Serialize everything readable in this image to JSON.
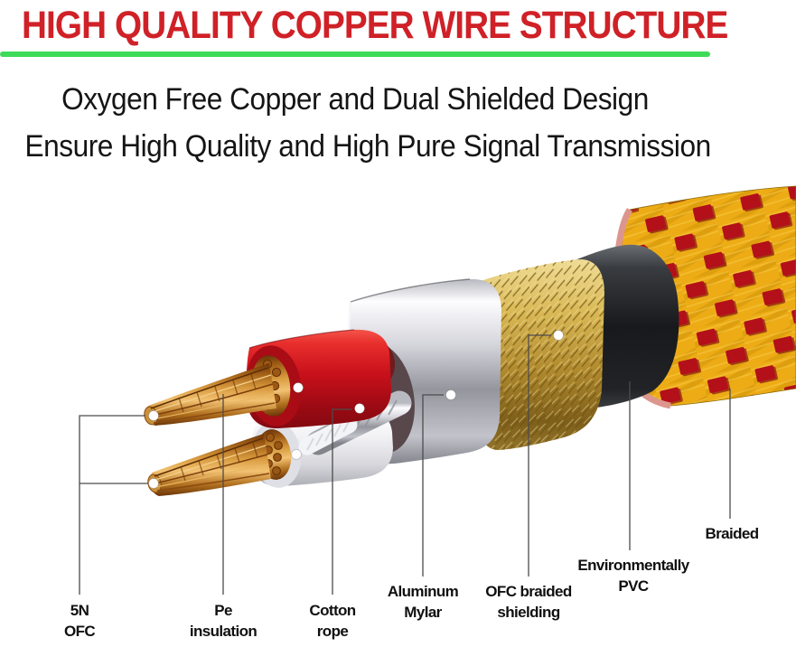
{
  "header": {
    "title": "HIGH QUALITY COPPER WIRE STRUCTURE",
    "subtitle_line1": "Oxygen Free Copper and Dual Shielded Design",
    "subtitle_line2": "Ensure High Quality and High Pure Signal Transmission"
  },
  "diagram": {
    "labels": {
      "ofc": {
        "line1": "5N",
        "line2": "OFC"
      },
      "pe": {
        "line1": "Pe",
        "line2": "insulation"
      },
      "cotton": {
        "line1": "Cotton",
        "line2": "rope"
      },
      "mylar": {
        "line1": "Aluminum",
        "line2": "Mylar"
      },
      "shielding": {
        "line1": "OFC braided",
        "line2": "shielding"
      },
      "pvc": {
        "line1": "Environmentally",
        "line2": "PVC"
      },
      "braided": {
        "line1": "Braided"
      }
    },
    "colors": {
      "title_red": "#cf2127",
      "divider_green": "#3edb58",
      "jacket_yellow": "#edac15",
      "jacket_red": "#b3101a",
      "jacket_rim_pink": "#dc968e",
      "pvc_black": "#1a1b1e",
      "shield_gold": "#c6a13f",
      "foil_silver": "#c9c9d1",
      "insulation_red": "#c8101b",
      "insulation_white": "#f2f2f5",
      "copper": "#d99b3f",
      "leader_line": "#4c4c4c"
    }
  }
}
